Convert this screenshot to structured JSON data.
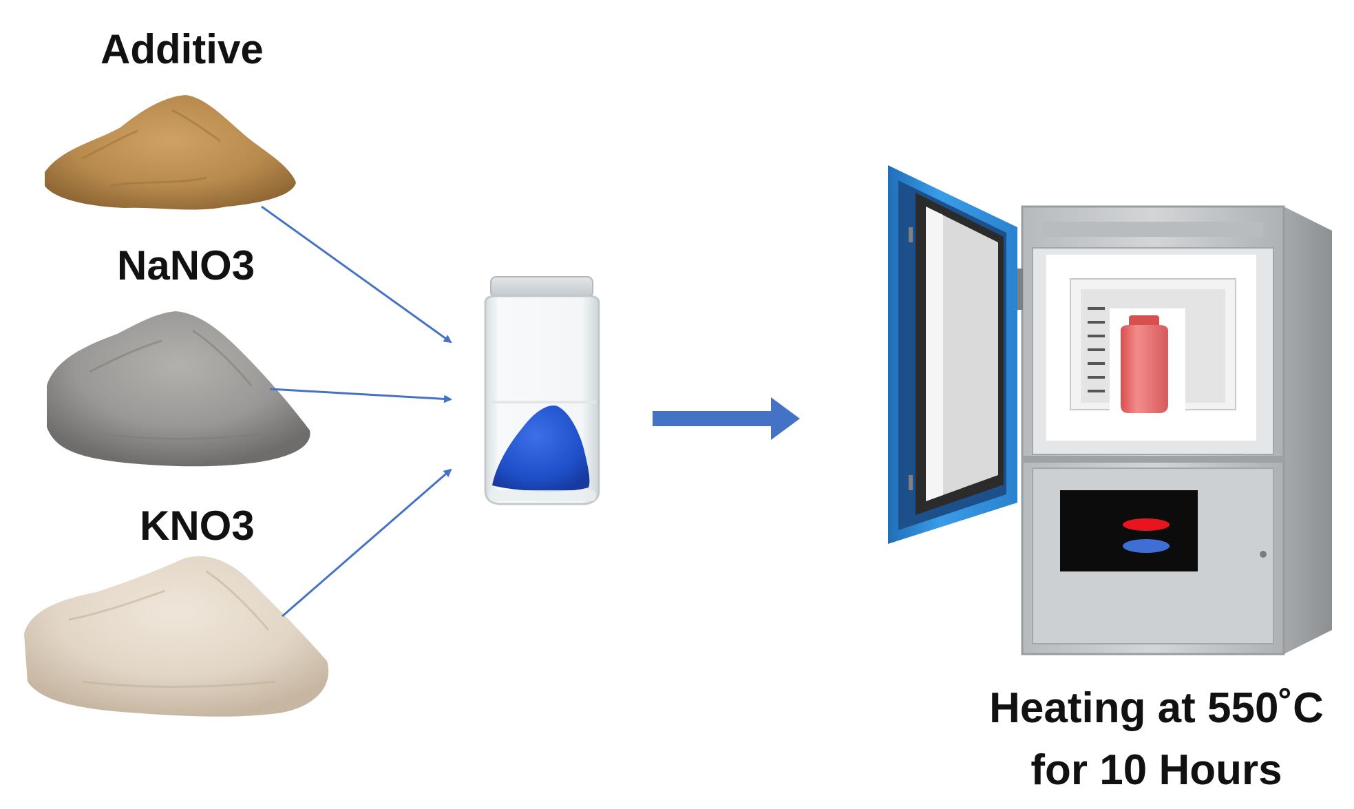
{
  "labels": {
    "additive": "Additive",
    "nano3": "NaNO3",
    "kno3": "KNO3"
  },
  "caption": {
    "line1": "Heating at 550˚C",
    "line2": "for 10 Hours"
  },
  "colors": {
    "arrow_thin": "#4472c4",
    "arrow_thick": "#4472c4",
    "furnace_door": "#2f8fd8",
    "furnace_body": "#c9cbce",
    "powder_blue": "#1f4fc8",
    "powder_brown": "#b88a4e",
    "powder_gray": "#9a9896",
    "powder_beige": "#e2d6c6",
    "sample_bottle": "#e86a6a",
    "panel_red": "#e8141e",
    "panel_blue": "#3f6fd6"
  }
}
